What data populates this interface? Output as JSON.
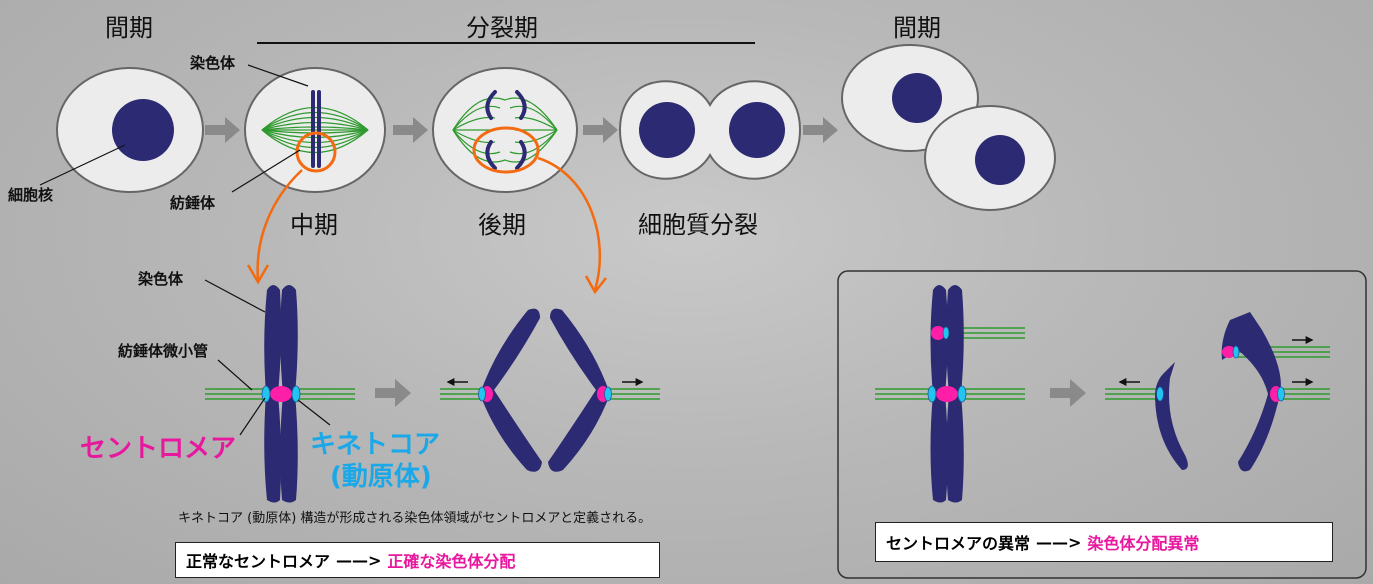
{
  "labels": {
    "interphase_left": "間期",
    "mitosis": "分裂期",
    "interphase_right": "間期",
    "metaphase": "中期",
    "anaphase": "後期",
    "cytokinesis": "細胞質分裂",
    "chromosome_top": "染色体",
    "nucleus": "細胞核",
    "spindle": "紡錘体",
    "chromosome_mid": "染色体",
    "spindle_microtubule": "紡錘体微小管",
    "centromere": "セントロメア",
    "kinetochore": "キネトコア",
    "kinetochore_alt": "(動原体)",
    "caption": "キネトコア (動原体) 構造が形成される染色体領域がセントロメアと定義される。"
  },
  "box_normal": {
    "left": "正常なセントロメア",
    "arrow": "——>",
    "right": "正確な染色体分配"
  },
  "box_abnormal": {
    "left": "セントロメアの異常",
    "arrow": "——>",
    "right": "染色体分配異常"
  },
  "colors": {
    "chromosome": "#2b2a72",
    "spindle": "#2e9a2e",
    "centromere": "#ff1ea8",
    "kinetochore": "#22c4f0",
    "highlight": "#f46a10",
    "arrow": "#8a8a8a",
    "cell": "#ececec"
  }
}
